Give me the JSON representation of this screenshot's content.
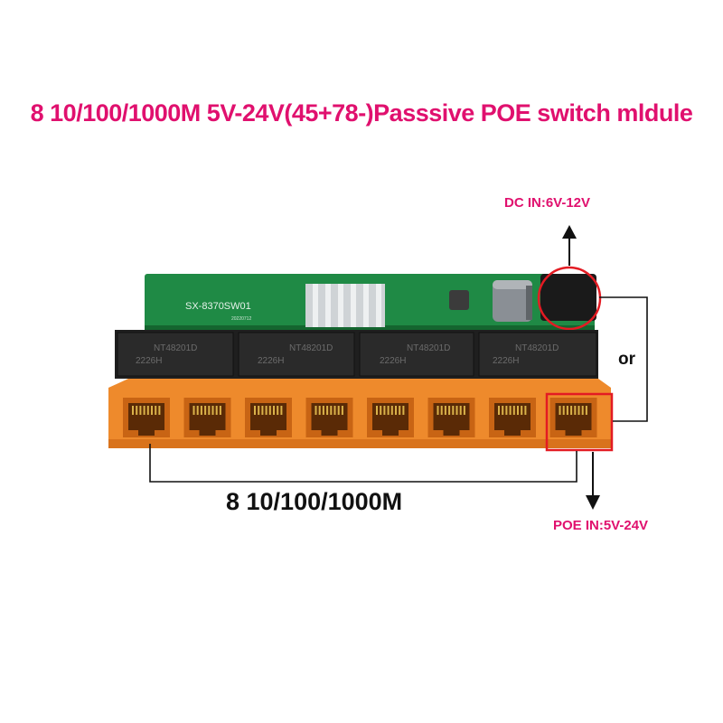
{
  "title": "8 10/100/1000M 5V-24V(45+78-)Passsive POE switch mldule",
  "board": {
    "pcb_label": "SX-8370SW01",
    "pcb_date": "20220712",
    "transformer_codes": [
      "NT48201D",
      "NT48201D",
      "NT48201D",
      "NT48201D"
    ],
    "transformer_dates": [
      "2226H",
      "2226H",
      "2226H",
      "2226H"
    ]
  },
  "labels": {
    "dc_in": "DC IN:6V-12V",
    "poe_in": "POE IN:5V-24V",
    "or": "or",
    "ports": "8 10/100/1000M"
  },
  "ports": [
    1,
    2,
    3,
    4,
    5,
    6,
    7,
    8
  ],
  "colors": {
    "accent": "#e0106e",
    "highlight": "#e31b23",
    "pcb": "#1f8a45",
    "rj45": "#f08a2e",
    "transformer": "#2a2a2a"
  }
}
